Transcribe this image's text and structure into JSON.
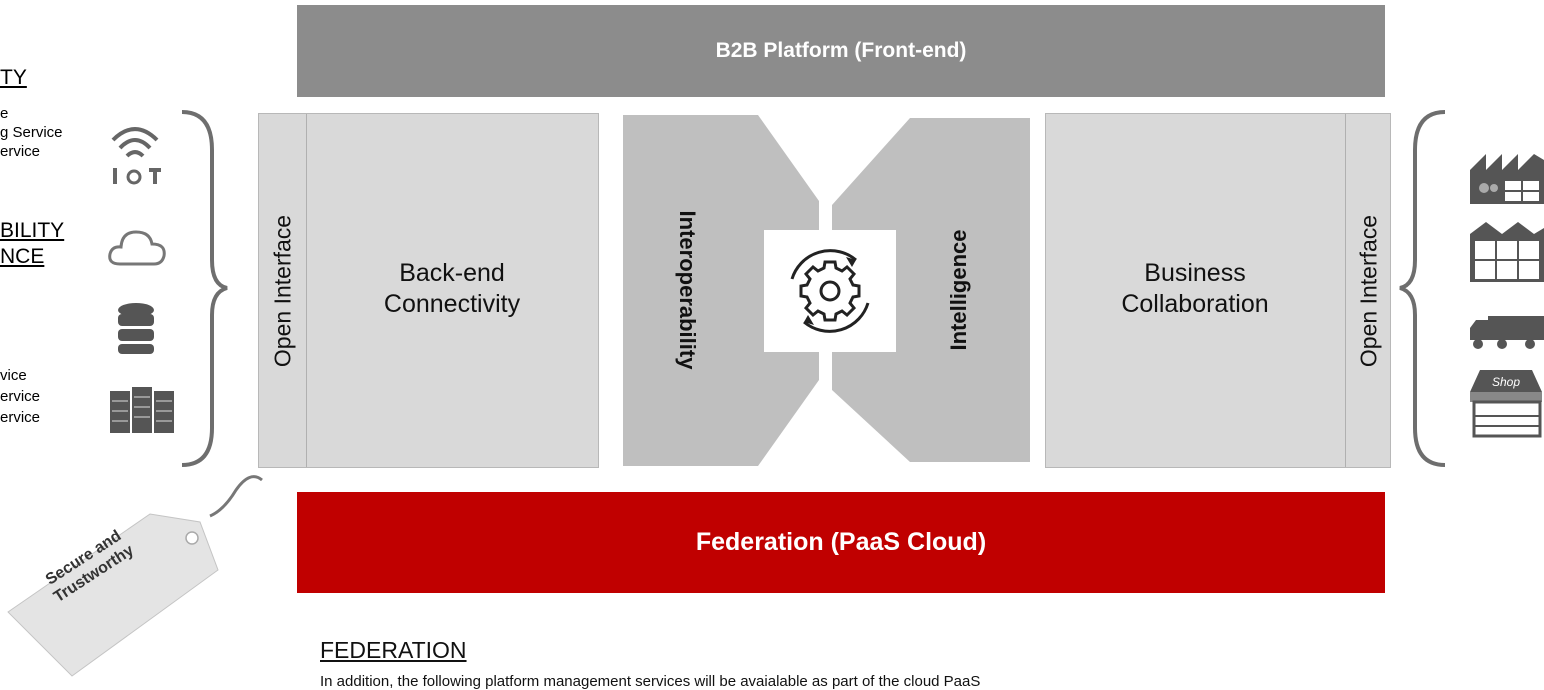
{
  "left_column": {
    "heading_1": "TY",
    "lines_1": [
      "e",
      "g Service",
      "ervice"
    ],
    "heading_2a": "BILITY",
    "heading_2b": "NCE",
    "lines_2": [
      "vice",
      "ervice",
      "ervice"
    ]
  },
  "top_bar": {
    "label": "B2B Platform (Front-end)"
  },
  "bottom_bar": {
    "label": "Federation (PaaS Cloud)"
  },
  "left_panel": {
    "interface_label": "Open Interface",
    "title": "Back-end\nConnectivity"
  },
  "right_panel": {
    "interface_label": "Open Interface",
    "title": "Business\nCollaboration"
  },
  "center": {
    "left_label": "Interoperability",
    "right_label": "Intelligence",
    "icon": "gear-cycle-icon"
  },
  "tag": {
    "label": "Secure and\nTrustworthy"
  },
  "federation_section": {
    "heading": "FEDERATION",
    "body": "In addition, the following platform management services will be avaialable as part of the cloud PaaS"
  },
  "icons": {
    "left": [
      "iot-icon",
      "cloud-icon",
      "database-icon",
      "server-icon"
    ],
    "right": [
      "factory-icon",
      "warehouse-icon",
      "truck-icon",
      "shop-icon"
    ]
  },
  "colors": {
    "top_bar": "#8c8c8c",
    "bottom_bar": "#c00000",
    "panel": "#d9d9d9",
    "hourglass": "#bfbfbf"
  }
}
